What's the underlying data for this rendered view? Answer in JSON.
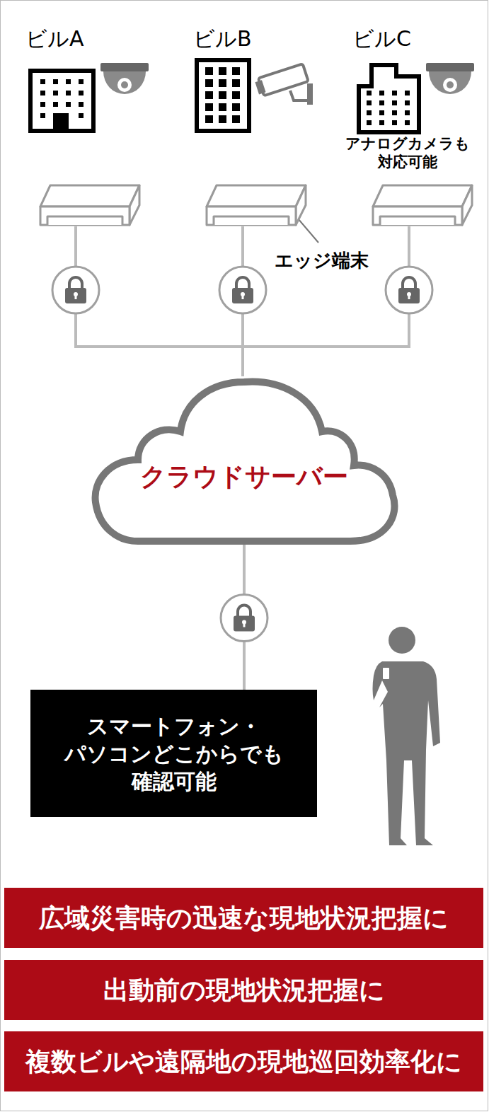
{
  "diagram": {
    "nodes": [
      {
        "text": [
          "クラウドサーバー"
        ]
      },
      {
        "text": [
          "スマートフォン・ パソコンどこからでも 確認可能"
        ]
      },
      {
        "text": [
          "広域災害時の迅速な現地状況把握に"
        ]
      },
      {
        "text": [
          "出動前の現地状況把握に"
        ]
      },
      {
        "text": [
          "複数ビルや遠隔地の現地巡回効率化に"
        ]
      }
    ],
    "edges": [
      {
        "from": 0,
        "to": 1,
        "arrow": "none"
      }
    ],
    "labels": [
      "ビルA",
      "ビルB",
      "ビルC",
      "アナログカメラも 対応可能",
      "エッジ端末"
    ]
  }
}
